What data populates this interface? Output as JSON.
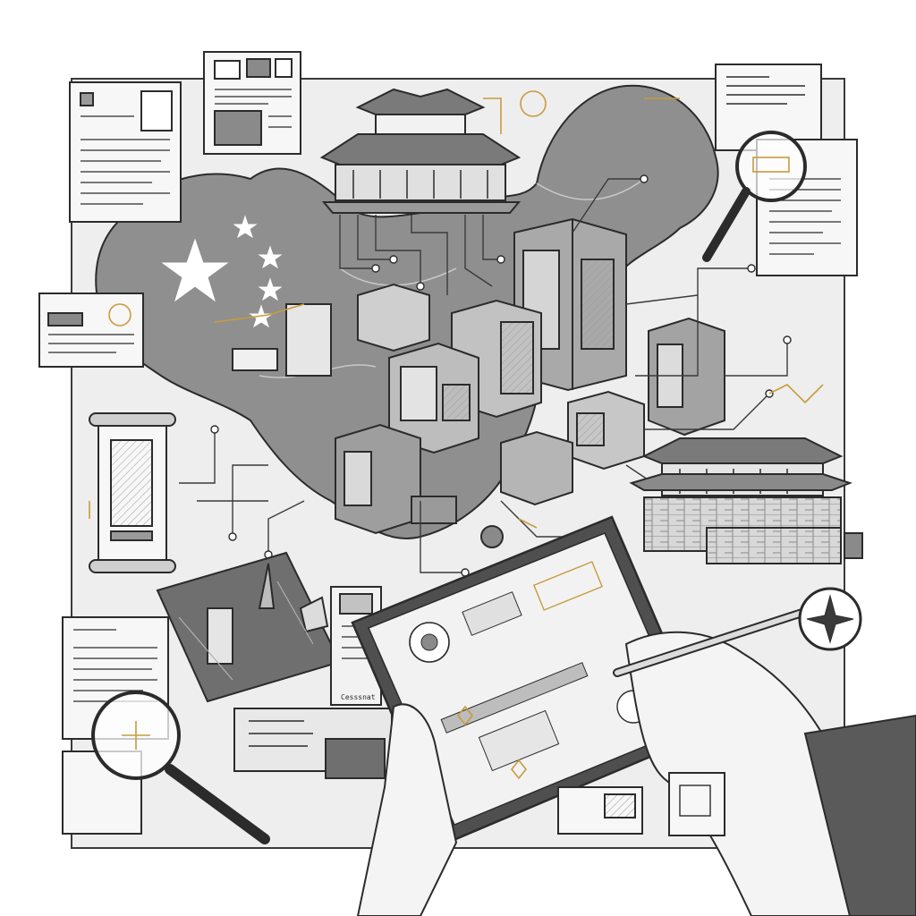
{
  "illustration": {
    "style": "monochrome line-art with sparse gold accents",
    "colors": {
      "ink": "#2b2b2b",
      "map_fill": "#8f8f8f",
      "map_dark": "#6f6f6f",
      "paper": "#f7f7f7",
      "board_bg": "#eeeeee",
      "gold_accent": "#c89b3c",
      "sleeve": "#5a5a5a"
    },
    "printed_text": {
      "chip_label": "Cesssnat"
    },
    "icons": [
      "china-map",
      "flag-stars",
      "pagoda",
      "palace-building",
      "server-tower",
      "circuit-traces",
      "magnifying-glass",
      "document",
      "scroll",
      "tablet",
      "stylus",
      "compass",
      "chip-card"
    ]
  }
}
